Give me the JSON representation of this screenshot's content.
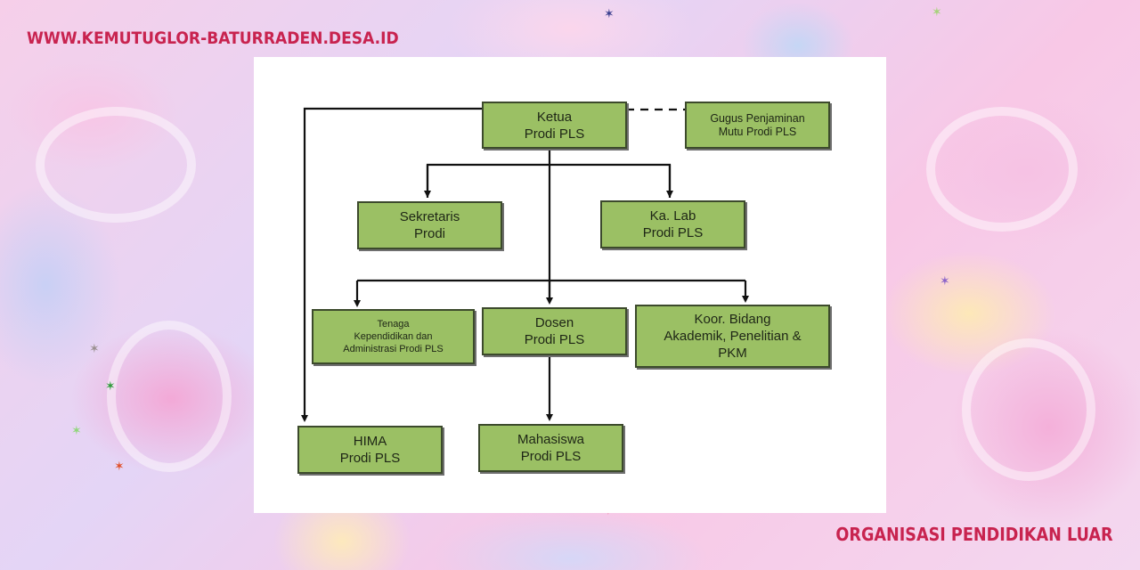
{
  "header": {
    "site_url": "WWW.KEMUTUGLOR-BATURRADEN.DESA.ID"
  },
  "footer": {
    "topic": "ORGANISASI PENDIDIKAN LUAR"
  },
  "colors": {
    "accent": "#c8234f",
    "box_fill": "#9bc064",
    "box_border": "#3c4a2c"
  },
  "org_chart": {
    "ketua": "Ketua\nProdi PLS",
    "gugus": "Gugus Penjaminan\nMutu Prodi PLS",
    "sekretaris": "Sekretaris\nProdi",
    "kalab": "Ka. Lab\nProdi PLS",
    "tenaga": "Tenaga\nKependidikan dan\nAdministrasi Prodi PLS",
    "dosen": "Dosen\nProdi PLS",
    "koor": "Koor. Bidang\nAkademik, Penelitian &\nPKM",
    "hima": "HIMA\nProdi PLS",
    "mahasiswa": "Mahasiswa\nProdi PLS"
  }
}
